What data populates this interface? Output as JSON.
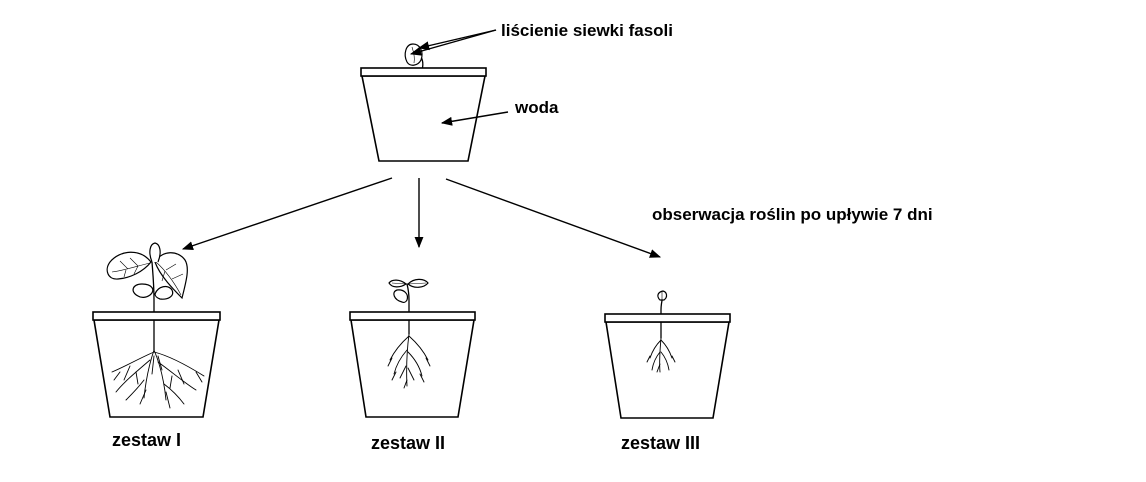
{
  "labels": {
    "cotyledons": "liścienie siewki fasoli",
    "water": "woda",
    "observation": "obserwacja roślin po upływie 7 dni"
  },
  "sets": [
    {
      "label": "zestaw I"
    },
    {
      "label": "zestaw II"
    },
    {
      "label": "zestaw III"
    }
  ],
  "icons": {
    "seedling_pot": "bean-seedling-in-water-pot-icon",
    "plant_large": "large-bean-plant-icon",
    "plant_medium": "medium-bean-plant-icon",
    "plant_small": "small-bean-plant-icon"
  }
}
